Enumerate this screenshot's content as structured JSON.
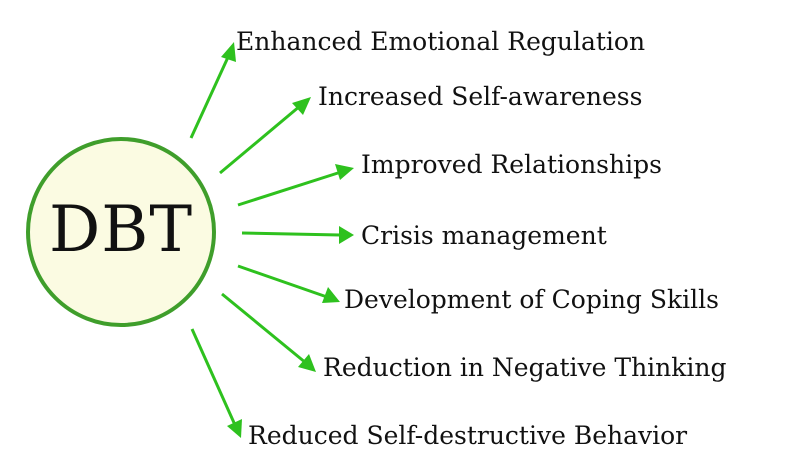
{
  "colors": {
    "arrow": "#2ec11e",
    "hub_fill": "#fbfbe2",
    "hub_stroke": "#3f9e2b",
    "text": "#111111"
  },
  "hub": {
    "label": "DBT"
  },
  "benefits": [
    "Enhanced Emotional Regulation",
    "Increased Self-awareness",
    "Improved Relationships",
    "Crisis management",
    "Development of Coping Skills",
    "Reduction in Negative Thinking",
    "Reduced Self-destructive Behavior"
  ]
}
